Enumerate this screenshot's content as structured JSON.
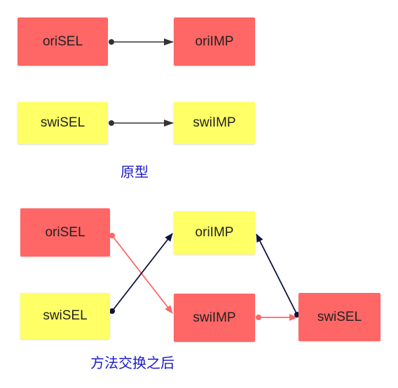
{
  "original": {
    "caption": "原型",
    "rows": [
      {
        "selector": "oriSEL",
        "implementation": "oriIMP"
      },
      {
        "selector": "swiSEL",
        "implementation": "swiIMP"
      }
    ]
  },
  "swapped": {
    "caption": "方法交换之后",
    "selectors": {
      "left_top": "oriSEL",
      "left_bottom": "swiSEL",
      "right": "swiSEL"
    },
    "implementations": {
      "top": "oriIMP",
      "bottom": "swiIMP"
    }
  },
  "colors": {
    "red": "#ff6666",
    "yellow": "#ffff66",
    "dark_arrow": "#0d1340",
    "red_arrow": "#ff6666",
    "caption": "#1a1acc"
  }
}
